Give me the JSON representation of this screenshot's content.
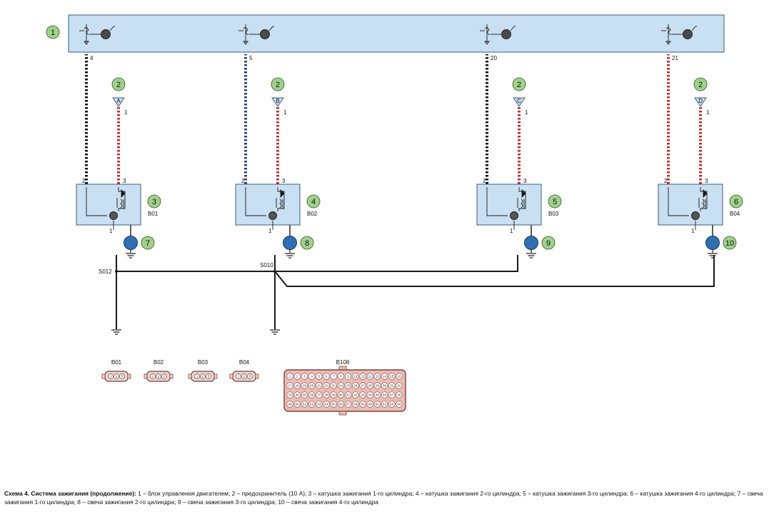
{
  "ecu_pins": [
    "4",
    "5",
    "20",
    "21"
  ],
  "callouts": {
    "ecu": "1",
    "fuses": [
      "2",
      "2",
      "2",
      "2"
    ],
    "coils": [
      "3",
      "4",
      "5",
      "6"
    ],
    "plugs": [
      "7",
      "8",
      "9",
      "10"
    ]
  },
  "fuse_letters": [
    "A",
    "B",
    "C",
    "D"
  ],
  "fuse_pin": "1",
  "coil_names": [
    "B01",
    "B02",
    "B03",
    "B04"
  ],
  "coil_pins": {
    "left": "2",
    "right": "3",
    "bottom": "1"
  },
  "splices": [
    "S012",
    "S010"
  ],
  "connectors": {
    "names": [
      "B01",
      "B02",
      "B03",
      "B04"
    ],
    "pin_labels": [
      "1",
      "2",
      "3"
    ],
    "ecu_name": "B108",
    "ecu_pins": [
      "1",
      "2",
      "3",
      "4",
      "5",
      "6",
      "7",
      "8",
      "9",
      "10",
      "11",
      "12",
      "13",
      "14",
      "15",
      "16",
      "17",
      "18",
      "19",
      "20",
      "21",
      "22",
      "23",
      "24",
      "25",
      "26",
      "27",
      "28",
      "29",
      "30",
      "31",
      "32",
      "33",
      "34",
      "35",
      "36",
      "37",
      "38",
      "39",
      "40",
      "41",
      "42",
      "43",
      "44",
      "45",
      "46",
      "47",
      "48",
      "49",
      "50",
      "51",
      "52",
      "53",
      "54",
      "55",
      "56",
      "57",
      "58",
      "59",
      "60",
      "61",
      "62",
      "63",
      "64"
    ]
  },
  "caption": {
    "title": "Схема 4. Система зажигания (продолжение):",
    "text": " 1 – блок управления двигателем; 2 – предохранитель (10 А); 3 – катушка зажигания 1-го цилиндра; 4 – катушка зажигания 2-го цилиндра; 5 – катушка зажигания 3-го цилиндра; 6 – катушка зажигания 4-го цилиндра; 7 – свеча зажигания 1-го цилиндра; 8 – свеча зажигания 2-го цилиндра; 9 – свеча зажигания 3-го цилиндра; 10 – свеча зажигания 4-го цилиндра"
  },
  "colors": {
    "module_fill": "#c9dff2",
    "wire_black": "#1a1a1a",
    "wire_red": "#d0262b",
    "wire_blue": "#2a3e8c",
    "plug_blue": "#2f6fb3",
    "connector_fill": "#f2d3cf",
    "connector_stroke": "#6b4a3e",
    "ecu_connector_fill": "#efb9b4"
  }
}
